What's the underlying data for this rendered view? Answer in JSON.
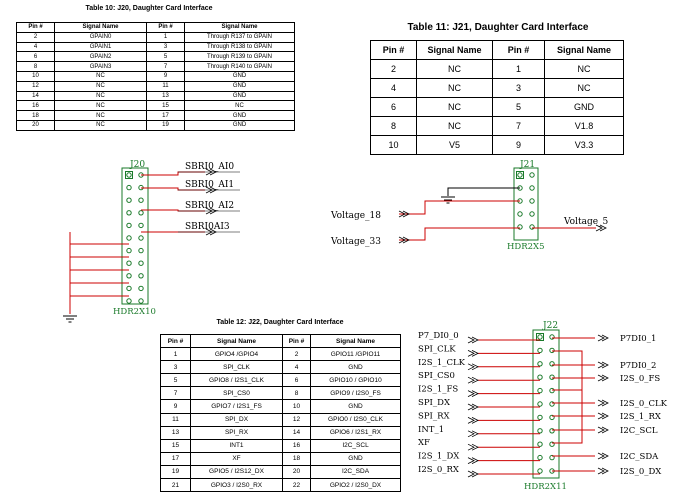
{
  "t10": {
    "caption": "Table 10: J20, Daughter Card Interface",
    "headers": [
      "Pin #",
      "Signal Name",
      "Pin #",
      "Signal Name"
    ],
    "rows": [
      [
        "2",
        "GPAIN0",
        "1",
        "Through R137 to GPAIN"
      ],
      [
        "4",
        "GPAIN1",
        "3",
        "Through R138 to GPAIN"
      ],
      [
        "6",
        "GPAIN2",
        "5",
        "Through R139 to GPAIN"
      ],
      [
        "8",
        "GPAIN3",
        "7",
        "Through R140 to GPAIN"
      ],
      [
        "10",
        "NC",
        "9",
        "GND"
      ],
      [
        "12",
        "NC",
        "11",
        "GND"
      ],
      [
        "14",
        "NC",
        "13",
        "GND"
      ],
      [
        "16",
        "NC",
        "15",
        "NC"
      ],
      [
        "18",
        "NC",
        "17",
        "GND"
      ],
      [
        "20",
        "NC",
        "19",
        "GND"
      ]
    ]
  },
  "t11": {
    "caption": "Table 11: J21, Daughter Card Interface",
    "headers": [
      "Pin #",
      "Signal Name",
      "Pin #",
      "Signal Name"
    ],
    "rows": [
      [
        "2",
        "NC",
        "1",
        "NC"
      ],
      [
        "4",
        "NC",
        "3",
        "NC"
      ],
      [
        "6",
        "NC",
        "5",
        "GND"
      ],
      [
        "8",
        "NC",
        "7",
        "V1.8"
      ],
      [
        "10",
        "V5",
        "9",
        "V3.3"
      ]
    ]
  },
  "t12": {
    "caption": "Table 12: J22, Daughter Card Interface",
    "headers": [
      "Pin #",
      "Signal Name",
      "Pin #",
      "Signal Name"
    ],
    "rows": [
      [
        "1",
        "GPIO4 /GPIO4",
        "2",
        "GPIO11 /GPIO11"
      ],
      [
        "3",
        "SPI_CLK",
        "4",
        "GND"
      ],
      [
        "5",
        "GPIO8 / I2S1_CLK",
        "6",
        "GPIO10 / GPIO10"
      ],
      [
        "7",
        "SPI_CS0",
        "8",
        "GPIO9 / I2S0_FS"
      ],
      [
        "9",
        "GPIO7 / I2S1_FS",
        "10",
        "GND"
      ],
      [
        "11",
        "SPI_DX",
        "12",
        "GPIO0 / I2S0_CLK"
      ],
      [
        "13",
        "SPI_RX",
        "14",
        "GPIO6 / I2S1_RX"
      ],
      [
        "15",
        "INT1",
        "16",
        "I2C_SCL"
      ],
      [
        "17",
        "XF",
        "18",
        "GND"
      ],
      [
        "19",
        "GPIO5 / I2S12_DX",
        "20",
        "I2C_SDA"
      ],
      [
        "21",
        "GPIO3 / I2S0_RX",
        "22",
        "GPIO2 / I2S0_DX"
      ]
    ]
  },
  "j20": {
    "ref": "J20",
    "part": "HDR2X10",
    "nets": [
      "SBRI0_AI0",
      "SBRI0_AI1",
      "SBRI0_AI2",
      "SBRI0AI3"
    ]
  },
  "j21": {
    "ref": "J21",
    "part": "HDR2X5",
    "left_nets": [
      "Voltage_18",
      "Voltage_33"
    ],
    "right_net": "Voltage_5"
  },
  "j22": {
    "ref": "J22",
    "part": "HDR2X11",
    "left_nets": [
      "P7_DI0_0",
      "SPI_CLK",
      "I2S_1_CLK",
      "SPI_CS0",
      "I2S_1_FS",
      "SPI_DX",
      "SPI_RX",
      "INT_1",
      "XF",
      "I2S_1_DX",
      "I2S_0_RX"
    ],
    "right_nets": [
      "P7DI0_1",
      "P7DI0_2",
      "I2S_0_FS",
      "I2S_0_CLK",
      "I2S_1_RX",
      "I2C_SCL",
      "I2C_SDA",
      "I2S_0_DX"
    ]
  },
  "colors": {
    "wire": "#cc0000",
    "header": "#1a7a2a",
    "ink": "#000000"
  }
}
